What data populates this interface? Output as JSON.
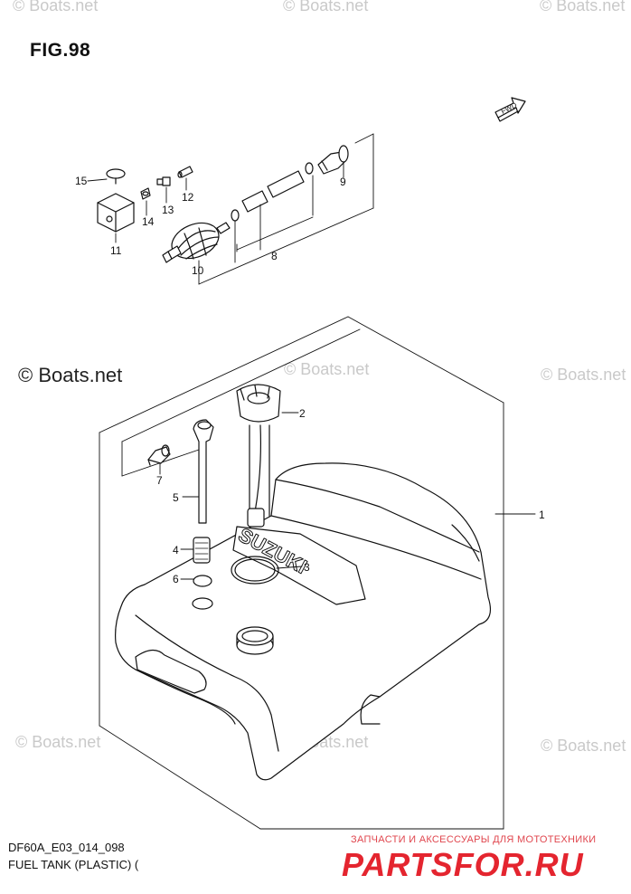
{
  "figure": {
    "title": "FIG.98",
    "code": "DF60A_E03_014_098",
    "caption": "FUEL TANK (PLASTIC) ("
  },
  "fwd_label": "FWD",
  "tank_brand": "SUZUKI",
  "watermarks": {
    "text": "© Boats.net",
    "primary": "© Boats.net"
  },
  "callouts": [
    "1",
    "2",
    "3",
    "4",
    "5",
    "6",
    "7",
    "8",
    "9",
    "10",
    "11",
    "12",
    "13",
    "14",
    "15"
  ],
  "advert": {
    "tagline": "ЗАПЧАСТИ И АКСЕССУАРЫ ДЛЯ МОТОТЕХНИКИ",
    "brand": "PARTSFOR.RU"
  }
}
